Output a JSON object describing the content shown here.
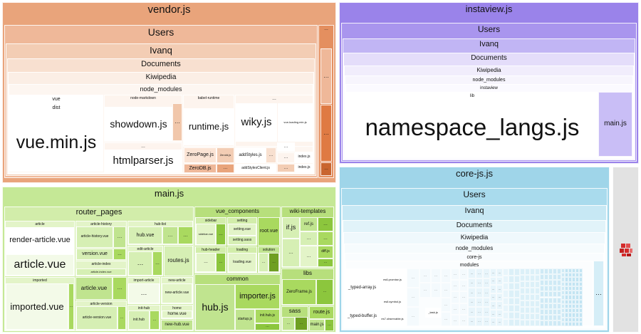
{
  "colors": {
    "vendor": "#e9a47b",
    "vendor_users": "#efb899",
    "vendor_ivanq": "#f3cdb4",
    "vendor_docs": "#f8e0d0",
    "vendor_deep": "#df7a43",
    "instaview": "#9a83ea",
    "instaview_users": "#b4a4f1",
    "instaview_ivanq": "#c9bef6",
    "main": "#c5e896",
    "main_mid": "#a9d95f",
    "main_dark": "#8cc63d",
    "main_deep": "#6f9f22",
    "core": "#9fd5e9",
    "core_users": "#b9e3f1",
    "core_ivanq": "#d5eef7",
    "gray": "#e2e2e2",
    "red_icon": "#d42b2b"
  },
  "ellipsis": "…",
  "vendor": {
    "title": "vendor.js",
    "users": "Users",
    "ivanq": "Ivanq",
    "documents": "Documents",
    "kiwipedia": "Kiwipedia",
    "node_modules": "node_modules",
    "vue": "vue",
    "dist": "dist",
    "vue_min": "vue.min.js",
    "node_markdown": "node-markdown",
    "showdown": "showdown.js",
    "runtime": "runtime.js",
    "wiky": "wiky.js",
    "babel_runtime": "babel-runtime",
    "vue_loading": "vue-loading.min.js",
    "htmlparser": "htmlparser.js",
    "zeropage": "ZeroPage.js",
    "zerodb": "ZeroDB.js",
    "zero_id": "ZeroId.js",
    "add_styles": "addStyles.js",
    "add_styles_client": "addStylesClient.js",
    "index_js": "index.js",
    "index_js2": "index.js"
  },
  "instaview": {
    "title": "instaview.js",
    "users": "Users",
    "ivanq": "Ivanq",
    "documents": "Documents",
    "kiwipedia": "Kiwipedia",
    "node_modules": "node_modules",
    "instaview": "instaview",
    "lib": "lib",
    "namespace_langs": "namespace_langs.js",
    "main_js": "main.js"
  },
  "main": {
    "title": "main.js",
    "router_pages": "router_pages",
    "article": "article",
    "article_history": "article-history",
    "hub_list": "hub-list",
    "render_article": "render-article.vue",
    "article_vue": "article.vue",
    "article_history_vue": "article-history.vue",
    "hub_vue": "hub.vue",
    "version_vue": "version.vue",
    "article_index": "article-index",
    "article_index_vue": "article-index.vue",
    "edit_article": "edit-article",
    "routes": "routes.js",
    "imported": "imported",
    "imported_vue": "imported.vue",
    "article_vue2": "article.vue",
    "article_version": "article-version",
    "article_version_vue": "article-version.vue",
    "import_article": "import-article",
    "new_article": "new-article",
    "new_article_vue": "new-article.vue",
    "init_hub": "init-hub",
    "init_hub_vue": "init.hub",
    "home": "home",
    "home_vue": "home.vue",
    "new_hub": "new-hub",
    "new_hub_vue": "new-hub.vue",
    "vue_components": "vue_components",
    "sidebar": "sidebar",
    "sidebar_vue": "sidebar.vue",
    "setting": "setting",
    "setting_vue": "setting.vue",
    "setting_sass": "setting.sass",
    "root_vue": "root.vue",
    "hub_header": "hub-header",
    "loading": "loading",
    "loading_vue": "loading.vue",
    "solution": "solution",
    "wiki_templates": "wiki-templates",
    "if_js": "if.js",
    "ref_js": "ref.js",
    "diff_js": "diff.js",
    "common": "common",
    "importer": "importer.js",
    "hub_js": "hub.js",
    "startup": "startup.js",
    "init_hub_js": "init.hub.js",
    "libs": "libs",
    "zeroframe": "ZeroFrame.js",
    "sass": "sass",
    "route_js": "route.js",
    "main_js": "main.js"
  },
  "core": {
    "title": "core-js.js",
    "users": "Users",
    "ivanq": "Ivanq",
    "documents": "Documents",
    "kiwipedia": "Kiwipedia",
    "node_modules": "node_modules",
    "core_js": "core-js",
    "modules": "modules",
    "typed_array": "_typed-array.js",
    "typed_buffer": "_typed-buffer.js",
    "es6_promise": "es6.promise.js",
    "es6_symbol": "es6.symbol.js",
    "es7_observable": "es7.observable.js",
    "task": "_task.js"
  }
}
